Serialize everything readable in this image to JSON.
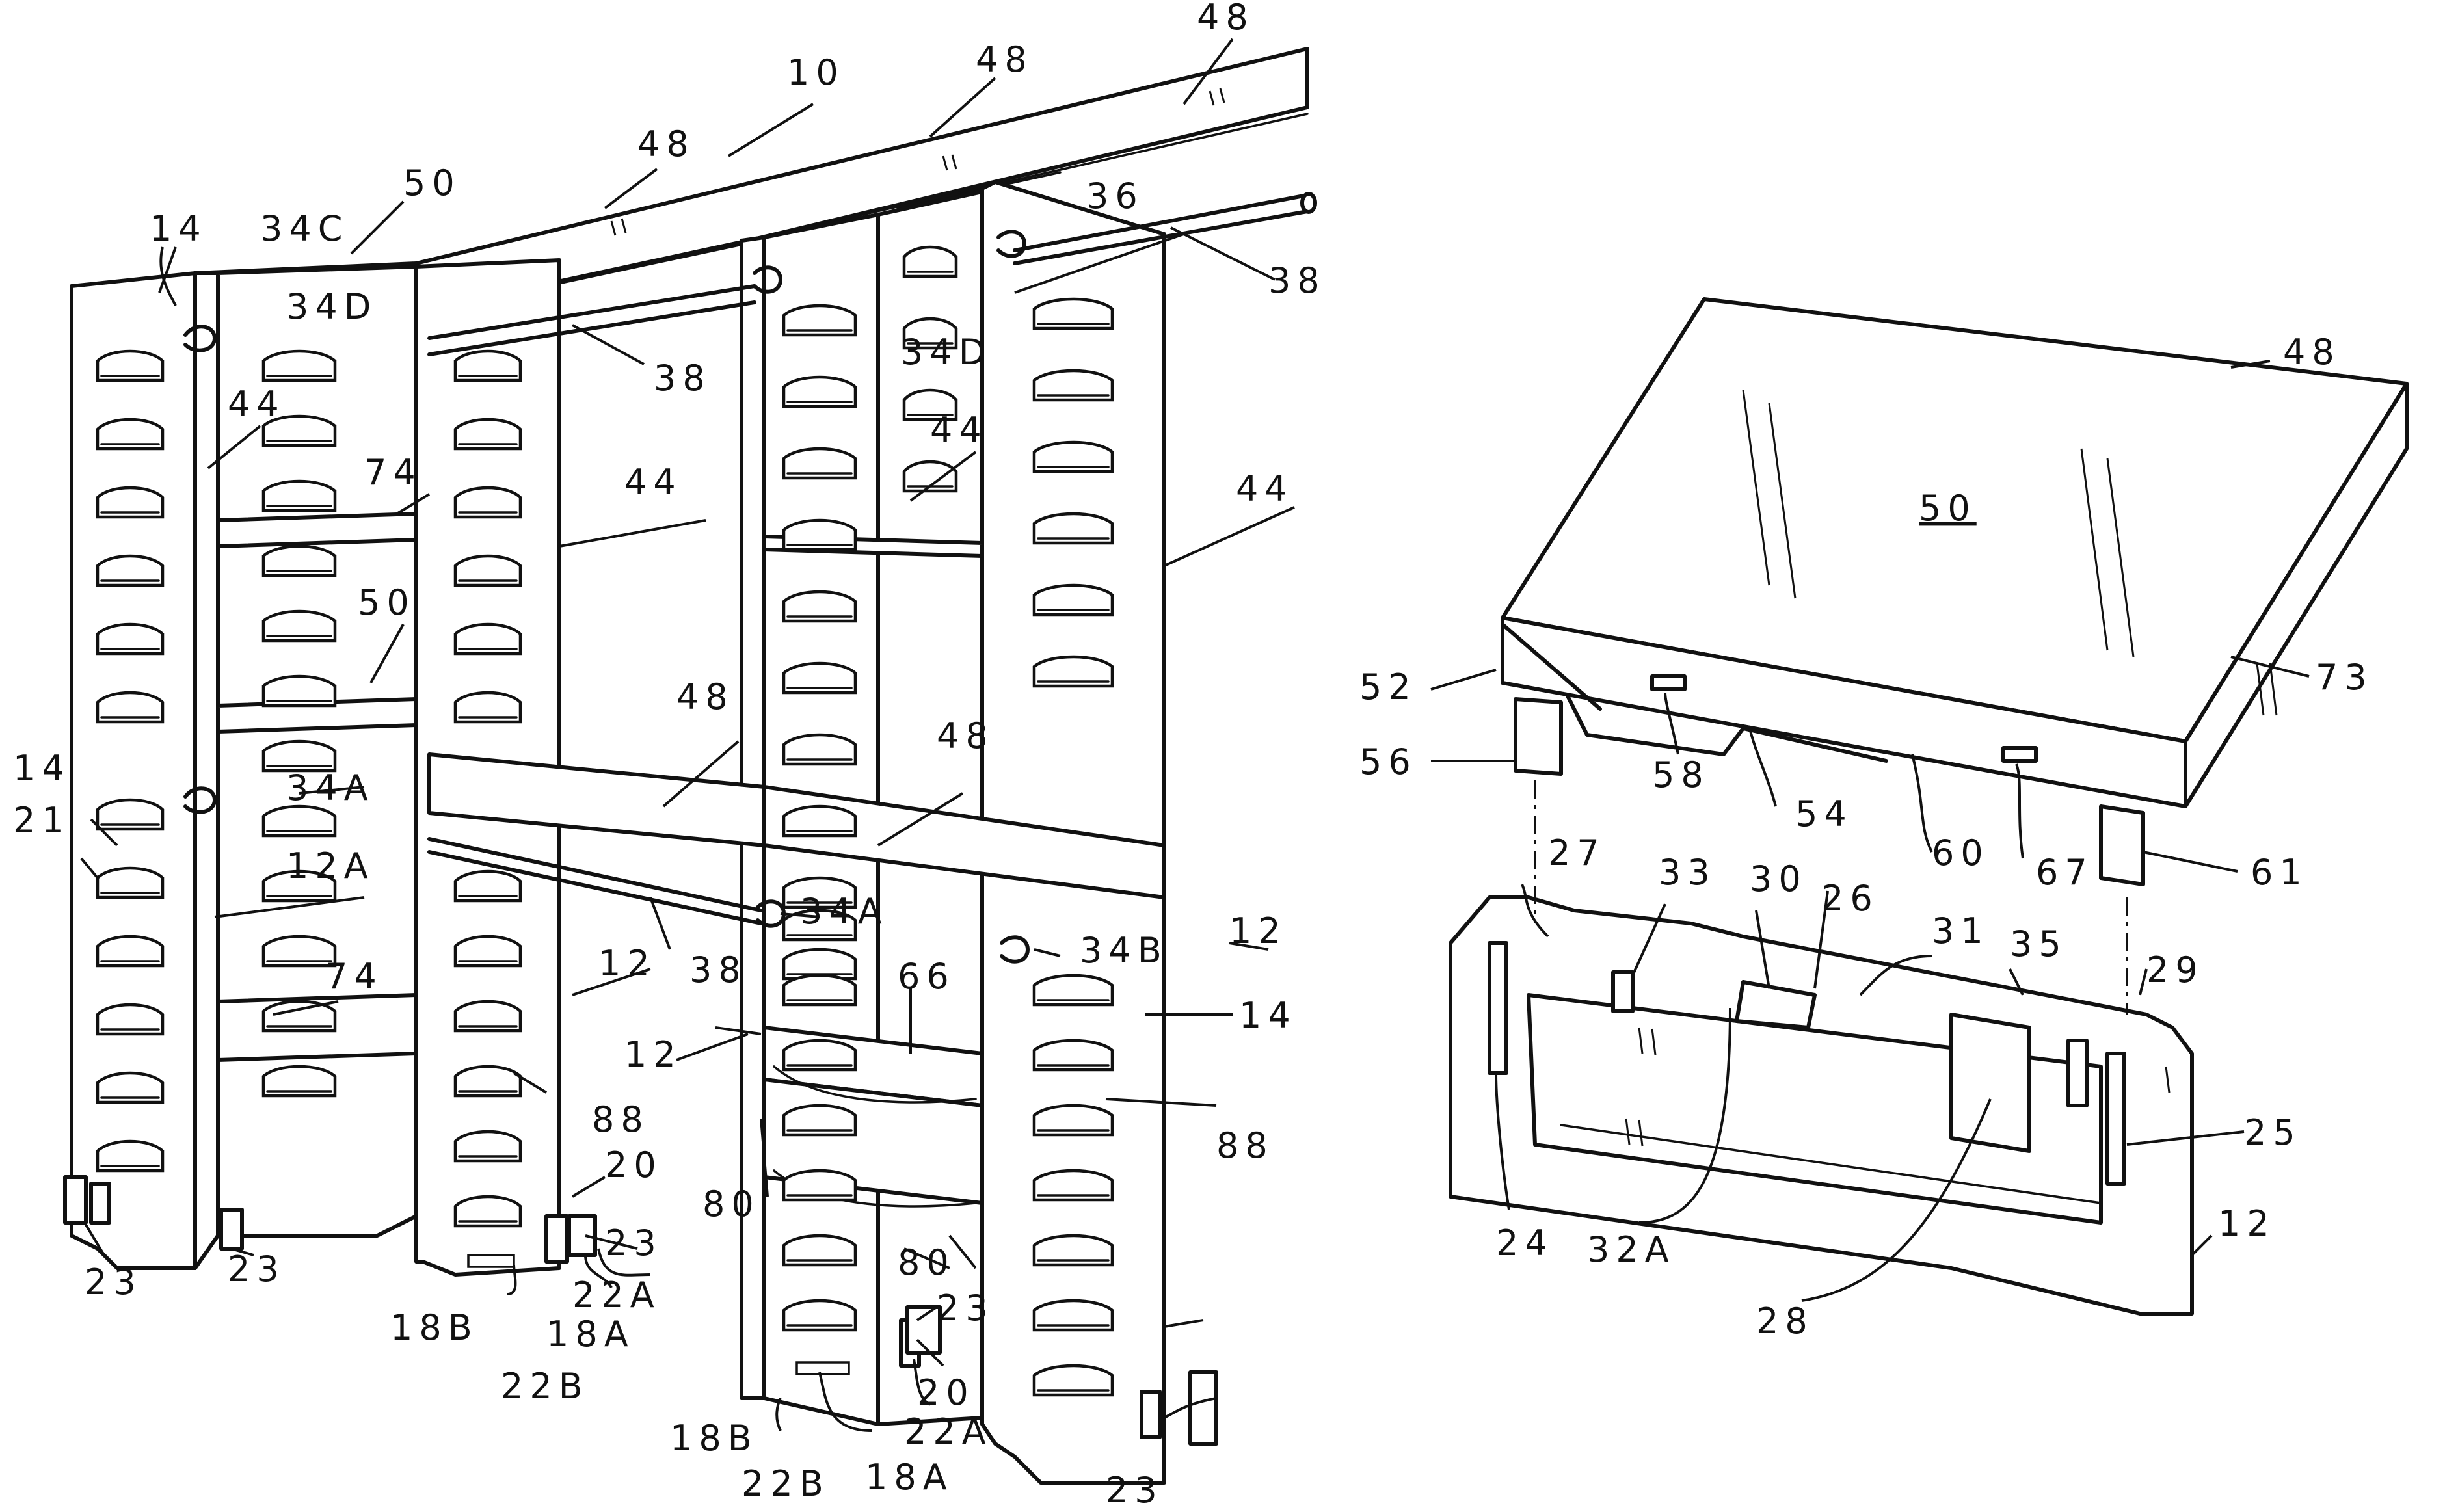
{
  "colors": {
    "ink": "#111111",
    "paper": "#ffffff"
  },
  "reference_numerals": {
    "n10": "10",
    "n12": "12",
    "n12A": "12A",
    "n14": "14",
    "n18A": "18A",
    "n18B": "18B",
    "n20": "20",
    "n21": "21",
    "n22A": "22A",
    "n22B": "22B",
    "n23": "23",
    "n24": "24",
    "n25": "25",
    "n26": "26",
    "n27": "27",
    "n28": "28",
    "n29": "29",
    "n30": "30",
    "n31": "31",
    "n32A": "32A",
    "n33": "33",
    "n34A": "34A",
    "n34B": "34B",
    "n34C": "34C",
    "n34D": "34D",
    "n35": "35",
    "n36": "36",
    "n38": "38",
    "n44": "44",
    "n48": "48",
    "n50": "50",
    "n52": "52",
    "n54": "54",
    "n56": "56",
    "n58": "58",
    "n60": "60",
    "n61": "61",
    "n66": "66",
    "n67": "67",
    "n73": "73",
    "n74": "74",
    "n80": "80",
    "n88": "88"
  }
}
